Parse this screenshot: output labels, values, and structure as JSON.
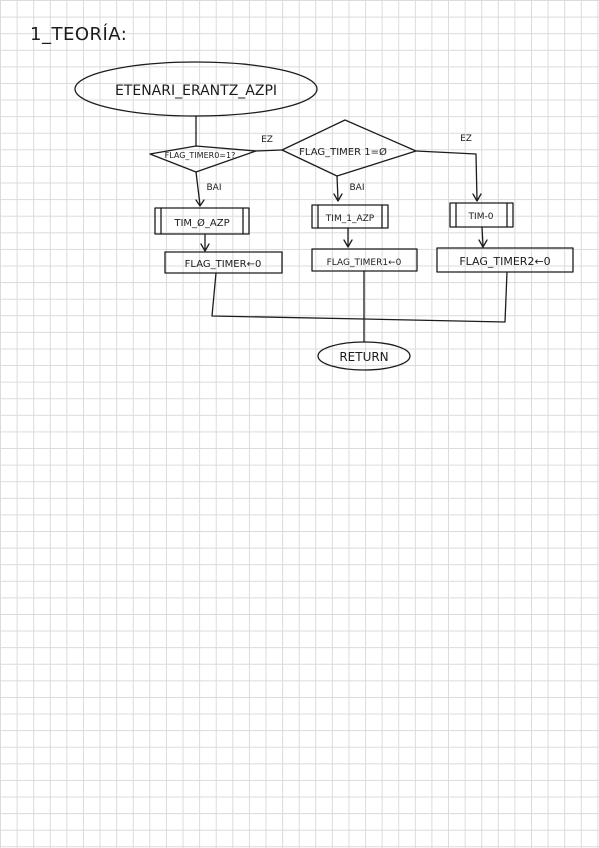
{
  "page": {
    "title": "1_TEORÍA:"
  },
  "flowchart": {
    "start": "ETENARI_ERANTZ_AZPI",
    "decision_1": "FLAG_TIMER0=1?",
    "decision_2": "FLAG_TIMER 1=Ø",
    "label_ez_1": "EZ",
    "label_bai_1": "BAI",
    "label_bai_2": "BAI",
    "label_ez_2": "EZ",
    "subprocess_1": "TIM_Ø_AZP",
    "subprocess_2": "TIM_1_AZP",
    "subprocess_3": "TIM-0",
    "process_1": "FLAG_TIMER←0",
    "process_2": "FLAG_TIMER1←0",
    "process_3": "FLAG_TIMER2←0",
    "end": "RETURN"
  }
}
